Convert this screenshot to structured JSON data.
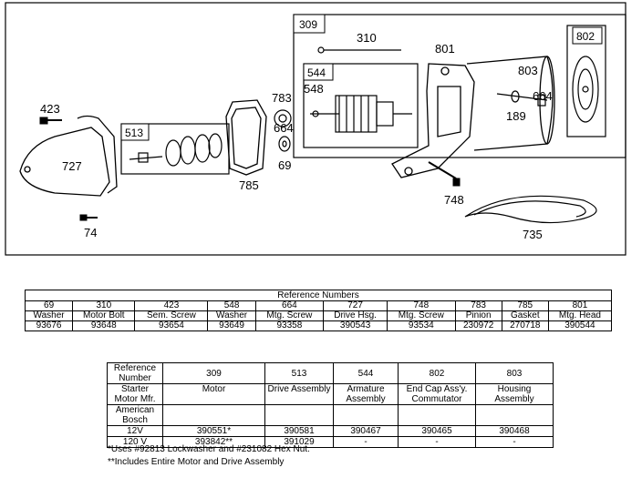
{
  "callouts": {
    "c423": "423",
    "c727": "727",
    "c74": "74",
    "c513": "513",
    "c785": "785",
    "c783": "783",
    "c664a": "664",
    "c69": "69",
    "c309": "309",
    "c310": "310",
    "c544": "544",
    "c548": "548",
    "c801": "801",
    "c802": "802",
    "c803": "803",
    "c664b": "664",
    "c189": "189",
    "c748": "748",
    "c735": "735"
  },
  "reference_table": {
    "title": "Reference Numbers",
    "columns": [
      {
        "number": "69",
        "name": "Washer",
        "part": "93676"
      },
      {
        "number": "310",
        "name": "Motor Bolt",
        "part": "93648"
      },
      {
        "number": "423",
        "name": "Sem. Screw",
        "part": "93654"
      },
      {
        "number": "548",
        "name": "Washer",
        "part": "93649"
      },
      {
        "number": "664",
        "name": "Mtg. Screw",
        "part": "93358"
      },
      {
        "number": "727",
        "name": "Drive Hsg.",
        "part": "390543"
      },
      {
        "number": "748",
        "name": "Mtg. Screw",
        "part": "93534"
      },
      {
        "number": "783",
        "name": "Pinion",
        "part": "230972"
      },
      {
        "number": "785",
        "name": "Gasket",
        "part": "270718"
      },
      {
        "number": "801",
        "name": "Mtg. Head",
        "part": "390544"
      }
    ]
  },
  "assembly_table": {
    "header_label": "Reference Number",
    "numbers": [
      "309",
      "513",
      "544",
      "802",
      "803"
    ],
    "names": [
      "Motor",
      "Drive Assembly",
      "Armature Assembly",
      "End Cap Ass'y. Commutator",
      "Housing Assembly"
    ],
    "mfr_label": "Starter Motor Mfr.",
    "manufacturer": "American Bosch",
    "rows": [
      {
        "label": "12V",
        "values": [
          "390551*",
          "390581",
          "390467",
          "390465",
          "390468"
        ]
      },
      {
        "label": "120 V",
        "values": [
          "393842**",
          "391029",
          "-",
          "-",
          "-"
        ]
      }
    ]
  },
  "footnotes": {
    "note1": "*Uses #92813 Lockwasher and #231082 Hex Nut.",
    "note2": "**Includes Entire Motor and Drive Assembly"
  }
}
